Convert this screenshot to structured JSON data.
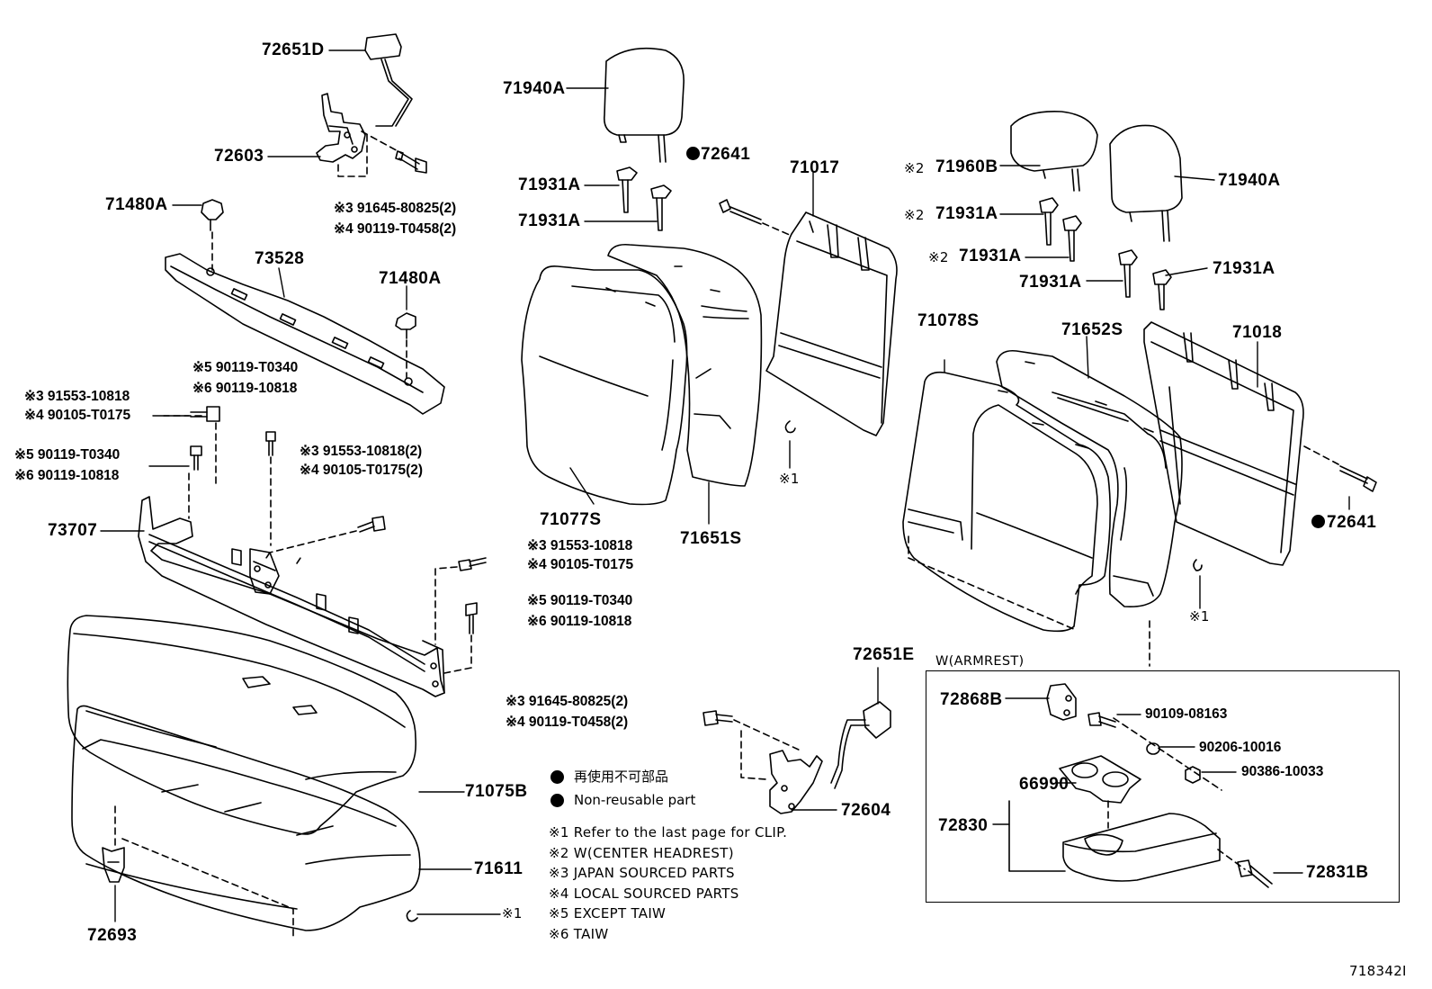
{
  "labels": {
    "p72651D": "72651D",
    "p72603": "72603",
    "p71480A_1": "71480A",
    "p73528": "73528",
    "p71480A_2": "71480A",
    "p73707": "73707",
    "p71075B": "71075B",
    "p71611": "71611",
    "p72693": "72693",
    "p71940A_1": "71940A",
    "p72641_1": "72641",
    "p71931A_1": "71931A",
    "p71931A_2": "71931A",
    "p71017": "71017",
    "p71077S": "71077S",
    "p71651S": "71651S",
    "p71960B": "71960B",
    "p71931A_3": "71931A",
    "p71931A_4": "71931A",
    "p71931A_5": "71931A",
    "p71931A_6": "71931A",
    "p71940A_2": "71940A",
    "p71078S": "71078S",
    "p71652S": "71652S",
    "p71018": "71018",
    "p72641_2": "72641",
    "p72651E": "72651E",
    "p72604": "72604",
    "p72868B": "72868B",
    "p66990": "66990",
    "p72830": "72830",
    "p72831B": "72831B",
    "p90109": "90109-08163",
    "p90206": "90206-10016",
    "p90386": "90386-10033"
  },
  "fasteners": {
    "f1a": "※3 91645-80825(2)",
    "f1b": "※4 90119-T0458(2)",
    "f2a": "※5 90119-T0340",
    "f2b": "※6 90119-10818",
    "f3a": "※3 91553-10818",
    "f3b": "※4 90105-T0175",
    "f4a": "※5 90119-T0340",
    "f4b": "※6 90119-10818",
    "f5a": "※3 91553-10818(2)",
    "f5b": "※4 90105-T0175(2)",
    "f6a": "※3 91553-10818",
    "f6b": "※4 90105-T0175",
    "f7a": "※5 90119-T0340",
    "f7b": "※6 90119-10818",
    "f8a": "※3 91645-80825(2)",
    "f8b": "※4 90119-T0458(2)",
    "clip1": "※1",
    "clip2": "※1",
    "clip3": "※1",
    "c2a": "※2",
    "c2b": "※2",
    "c2c": "※2"
  },
  "legend": {
    "jp": "再使用不可部品",
    "en": "Non-reusable part"
  },
  "notes": [
    "※1 Refer to the last page for CLIP.",
    "※2 W(CENTER HEADREST)",
    "※3 JAPAN SOURCED PARTS",
    "※4 LOCAL SOURCED PARTS",
    "※5 EXCEPT TAIW",
    "※6 TAIW"
  ],
  "armrest_box_title": "W(ARMREST)",
  "diagram_id": "718342I"
}
